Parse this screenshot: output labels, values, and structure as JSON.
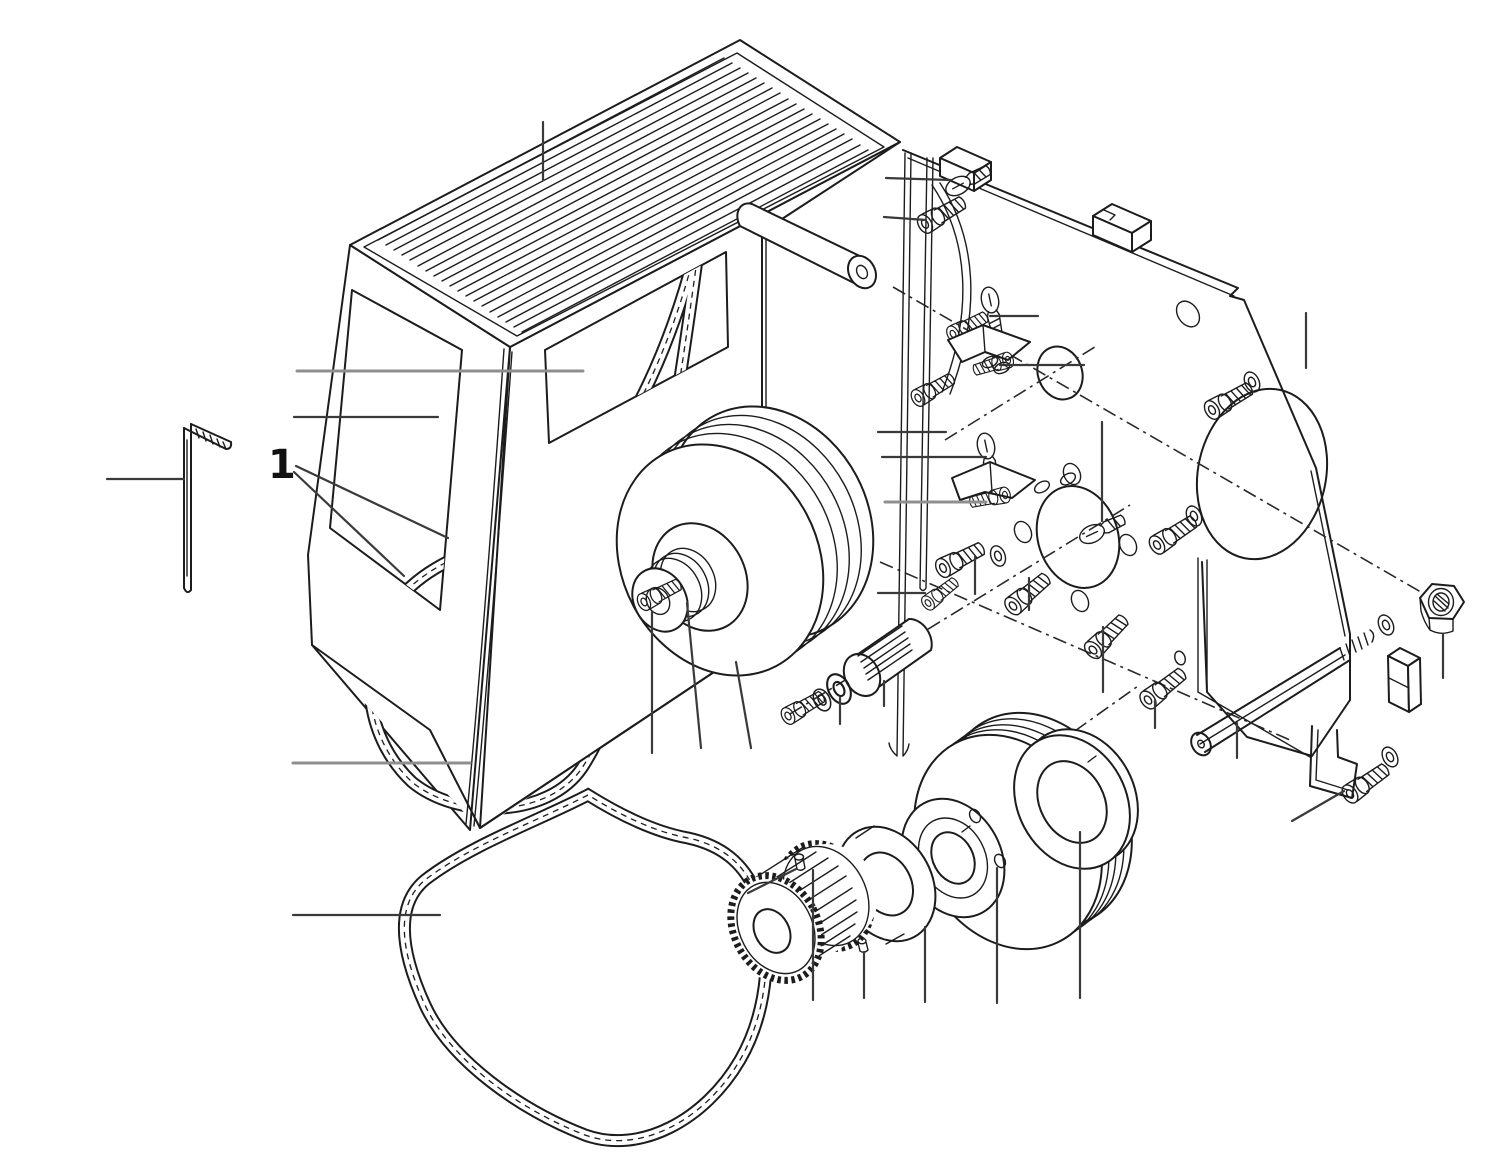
{
  "diagram": {
    "type": "exploded-parts-diagram",
    "subject": "belt-drive-and-belt-guard-exploded-view",
    "callout_label": "1",
    "background_color": "#ffffff",
    "line_color": "#1c1c1c",
    "leader_color": "#3a3a3a",
    "leader_color_gray": "#8f8f8f",
    "parts": [
      "belt-guard-cover",
      "cover-vent-ribs",
      "cover-window-left",
      "cover-window-front",
      "hex-key",
      "drive-belt-upper-loop",
      "drive-belt-lower-loop",
      "motor-pulley",
      "pulley-hub",
      "hub-screw",
      "tension-bushing",
      "bushing-washers",
      "bushing-screw",
      "mounting-plate",
      "plate-top-clip-1",
      "plate-top-clip-2",
      "plate-side-clip",
      "plate-large-hole-upper",
      "plate-large-hole-lower",
      "plate-small-holes",
      "guide-strip-1",
      "guide-strip-2",
      "curved-guide-arm",
      "tension-bracket-upper",
      "tension-bracket-lower",
      "bracket-screws",
      "socket-head-screws",
      "flat-head-screws",
      "washers",
      "cover-disc-screw",
      "spacer-rod",
      "rod-washer",
      "hex-nut",
      "corner-bracket",
      "corner-screw",
      "timing-pulley",
      "set-screws",
      "cam-collar",
      "flange-disc",
      "handwheel-pulley",
      "retaining-ring",
      "cylinder-boss",
      "center-axis-lines",
      "leader-lines"
    ]
  }
}
